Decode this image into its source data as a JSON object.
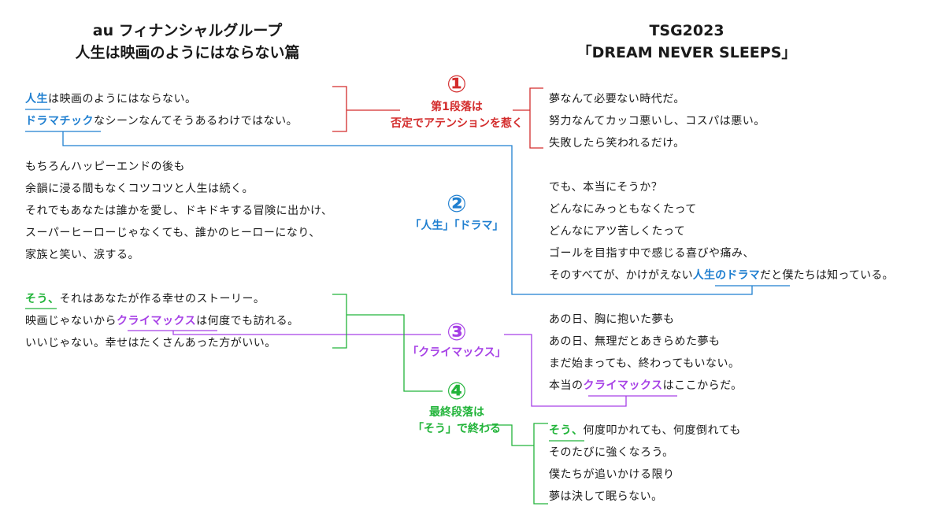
{
  "left_title": {
    "line1": "au フィナンシャルグループ",
    "line2": "人生は映画のようにはならない篇"
  },
  "right_title": {
    "line1": "TSG2023",
    "line2": "「DREAM NEVER SLEEPS」"
  },
  "left_text": {
    "p1l1_kw": "人生",
    "p1l1_rest": "は映画のようにはならない。",
    "p1l2_kw": "ドラマチック",
    "p1l2_rest": "なシーンなんてそうあるわけではない。",
    "p2l1": "もちろんハッピーエンドの後も",
    "p2l2": "余韻に浸る間もなくコツコツと人生は続く。",
    "p2l3": "それでもあなたは誰かを愛し、ドキドキする冒険に出かけ、",
    "p2l4": "スーパーヒーローじゃなくても、誰かのヒーローになり、",
    "p2l5": "家族と笑い、涙する。",
    "p3l1_kw": "そう、",
    "p3l1_rest": "それはあなたが作る幸せのストーリー。",
    "p3l2_pre": "映画じゃないから",
    "p3l2_kw": "クライマックス",
    "p3l2_rest": "は何度でも訪れる。",
    "p3l3": "いいじゃない。幸せはたくさんあった方がいい。"
  },
  "right_text": {
    "p1l1": "夢なんて必要ない時代だ。",
    "p1l2": "努力なんてカッコ悪いし、コスパは悪い。",
    "p1l3": "失敗したら笑われるだけ。",
    "p2l1": "でも、本当にそうか？",
    "p2l2": "どんなにみっともなくたって",
    "p2l3": "どんなにアツ苦しくたって",
    "p2l4": "ゴールを目指す中で感じる喜びや痛み、",
    "p2l5_pre": "そのすべてが、かけがえない",
    "p2l5_kw": "人生のドラマ",
    "p2l5_rest": "だと僕たちは知っている。",
    "p3l1": "あの日、胸に抱いた夢も",
    "p3l2": "あの日、無理だとあきらめた夢も",
    "p3l3": "まだ始まっても、終わってもいない。",
    "p3l4_pre": "本当の",
    "p3l4_kw": "クライマックス",
    "p3l4_rest": "はここからだ。",
    "p4l1_kw": "そう、",
    "p4l1_rest": "何度叩かれても、何度倒れても",
    "p4l2": "そのたびに強くなろう。",
    "p4l3": "僕たちが追いかける限り",
    "p4l4": "夢は決して眠らない。"
  },
  "callouts": {
    "c1_num": "①",
    "c1_line1": "第1段落は",
    "c1_line2": "否定でアテンションを惹く",
    "c2_num": "②",
    "c2_line1": "「人生」「ドラマ」",
    "c3_num": "③",
    "c3_line1": "「クライマックス」",
    "c4_num": "④",
    "c4_line1": "最終段落は",
    "c4_line2": "「そう」で終わる"
  },
  "colors": {
    "red": "#d32c2c",
    "blue": "#1f7fd0",
    "purple": "#a640e6",
    "green": "#22b43a"
  }
}
